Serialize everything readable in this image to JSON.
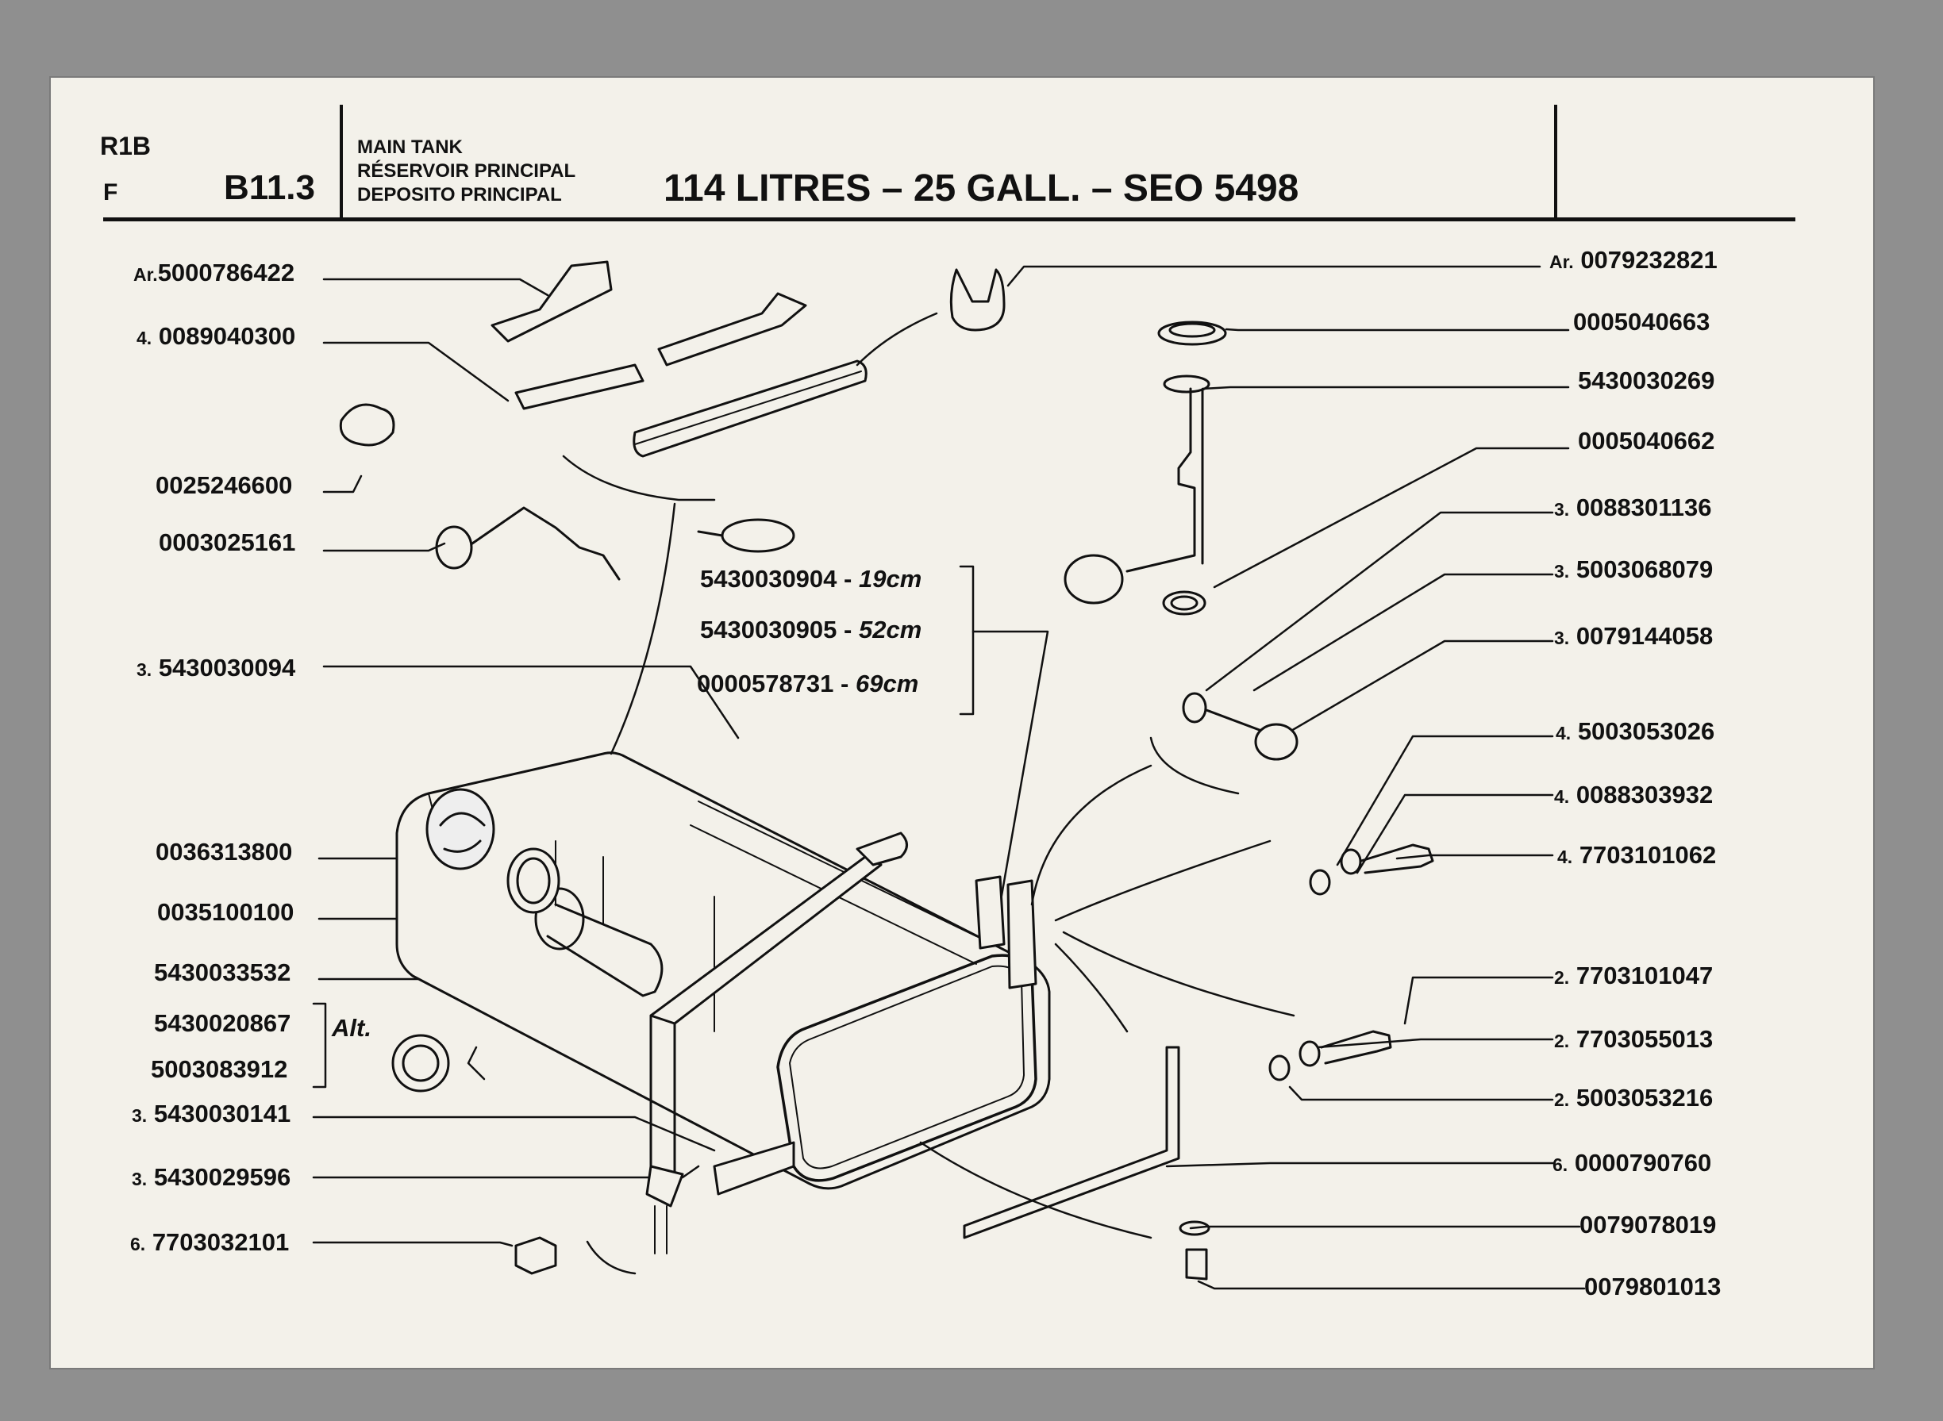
{
  "header": {
    "model": "R1B",
    "market": "F",
    "section": "B11.3",
    "title_lines": [
      "MAIN TANK",
      "RÉSERVOIR PRINCIPAL",
      "DEPOSITO PRINCIPAL"
    ],
    "spec": "114 LITRES – 25 GALL. – SEO 5498"
  },
  "parts_left": [
    {
      "qty": "Ar.",
      "number": "5000786422"
    },
    {
      "qty": "4.",
      "number": "0089040300"
    },
    {
      "qty": "",
      "number": "0025246600"
    },
    {
      "qty": "",
      "number": "0003025161"
    },
    {
      "qty": "3.",
      "number": "5430030094"
    },
    {
      "qty": "",
      "number": "0036313800"
    },
    {
      "qty": "",
      "number": "0035100100"
    },
    {
      "qty": "",
      "number": "5430033532"
    },
    {
      "qty": "",
      "number": "5430020867"
    },
    {
      "qty": "",
      "number": "5003083912"
    },
    {
      "qty": "3.",
      "number": "5430030141"
    },
    {
      "qty": "3.",
      "number": "5430029596"
    },
    {
      "qty": "6.",
      "number": "7703032101"
    }
  ],
  "alt_label": "Alt.",
  "hoses": [
    {
      "number": "5430030904",
      "length": "19cm"
    },
    {
      "number": "5430030905",
      "length": "52cm"
    },
    {
      "number": "0000578731",
      "length": "69cm"
    }
  ],
  "parts_right": [
    {
      "qty": "Ar.",
      "number": "0079232821"
    },
    {
      "qty": "",
      "number": "0005040663"
    },
    {
      "qty": "",
      "number": "5430030269"
    },
    {
      "qty": "",
      "number": "0005040662"
    },
    {
      "qty": "3.",
      "number": "0088301136"
    },
    {
      "qty": "3.",
      "number": "5003068079"
    },
    {
      "qty": "3.",
      "number": "0079144058"
    },
    {
      "qty": "4.",
      "number": "5003053026"
    },
    {
      "qty": "4.",
      "number": "0088303932"
    },
    {
      "qty": "4.",
      "number": "7703101062"
    },
    {
      "qty": "2.",
      "number": "7703101047"
    },
    {
      "qty": "2.",
      "number": "7703055013"
    },
    {
      "qty": "2.",
      "number": "5003053216"
    },
    {
      "qty": "6.",
      "number": "0000790760"
    },
    {
      "qty": "",
      "number": "0079078019"
    },
    {
      "qty": "",
      "number": "0079801013"
    }
  ]
}
